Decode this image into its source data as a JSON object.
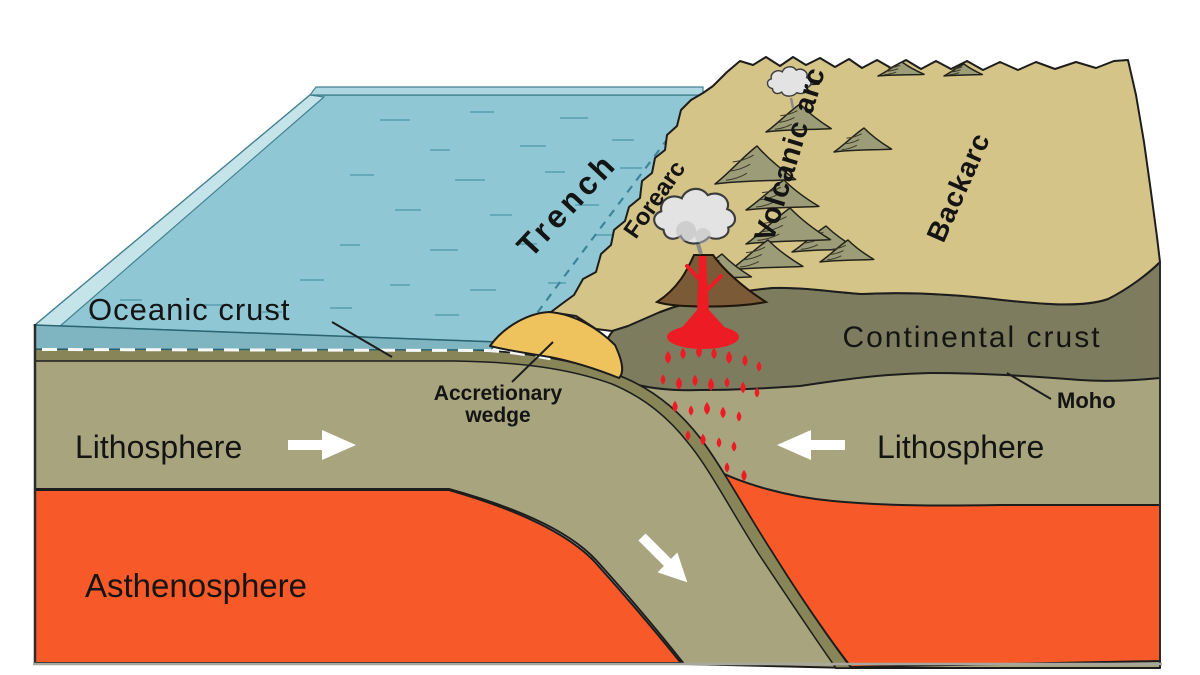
{
  "diagram_type": "subduction-zone-cross-section",
  "labels": {
    "oceanic_crust": "Oceanic crust",
    "trench": "Trench",
    "forearc": "Forearc",
    "volcanic_arc": "Volcanic arc",
    "backarc": "Backarc",
    "continental_crust": "Continental crust",
    "accretionary_wedge": {
      "line1": "Accretionary",
      "line2": "wedge"
    },
    "moho": "Moho",
    "lithosphere_left": "Lithosphere",
    "lithosphere_right": "Lithosphere",
    "asthenosphere": "Asthenosphere"
  },
  "colors": {
    "water_surface": "#8fc8d4",
    "water_bevel": "#c5e4ea",
    "water_top_strip": "#aed8e1",
    "water_front": "#7fb5c1",
    "water_texture": "#4f98a9",
    "trench_line": "#3f8496",
    "oceanic_crust_band": "#888659",
    "lithosphere": "#a8a57e",
    "continental_crust": "#7d7c5e",
    "asthenosphere": "#f75a28",
    "accretionary_wedge": "#eec35e",
    "land_surface": "#d5c488",
    "mountains": "#9c9d78",
    "volcano_cone": "#7b5a38",
    "magma": "#ed1c24",
    "smoke": "#e3e3e3",
    "arrow": "#ffffff",
    "outline": "#1d1d1d",
    "label_text": "#141414"
  }
}
